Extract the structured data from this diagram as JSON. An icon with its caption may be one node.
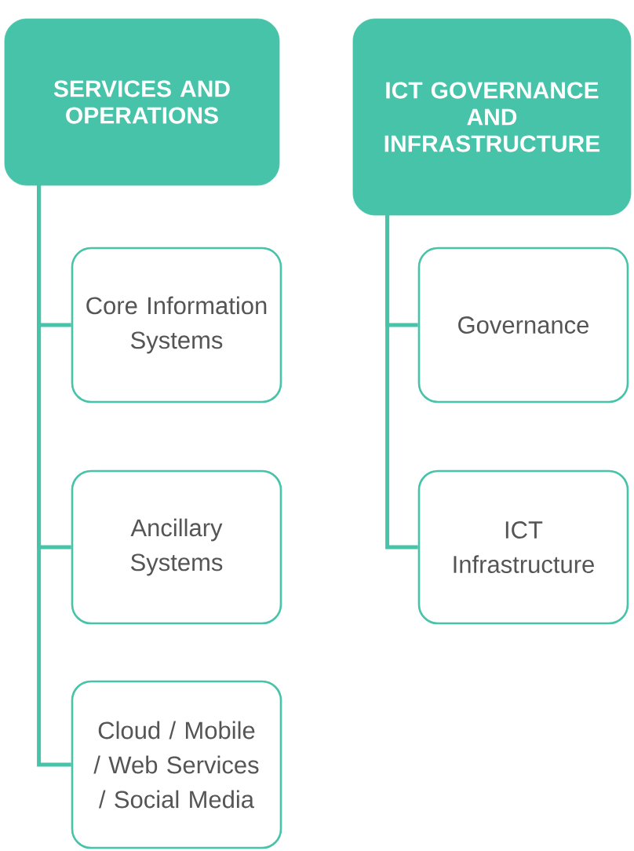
{
  "diagram": {
    "nodes": [
      {
        "text": [
          "SERVICES AND OPERATIONS"
        ]
      },
      {
        "text": [
          "ICT GOVERNANCE AND INFRASTRUCTURE"
        ]
      },
      {
        "text": [
          "Core Information Systems"
        ]
      },
      {
        "text": [
          "Ancillary Systems"
        ]
      },
      {
        "text": [
          "Cloud / Mobile / Web Services / Social Media"
        ]
      },
      {
        "text": [
          "Governance"
        ]
      },
      {
        "text": [
          "ICT Infrastructure"
        ]
      }
    ],
    "edges": [
      {
        "from": 0,
        "to": 2,
        "arrow": "none"
      },
      {
        "from": 0,
        "to": 3,
        "arrow": "none"
      },
      {
        "from": 0,
        "to": 4,
        "arrow": "none"
      },
      {
        "from": 1,
        "to": 5,
        "arrow": "none"
      },
      {
        "from": 1,
        "to": 6,
        "arrow": "none"
      }
    ]
  }
}
